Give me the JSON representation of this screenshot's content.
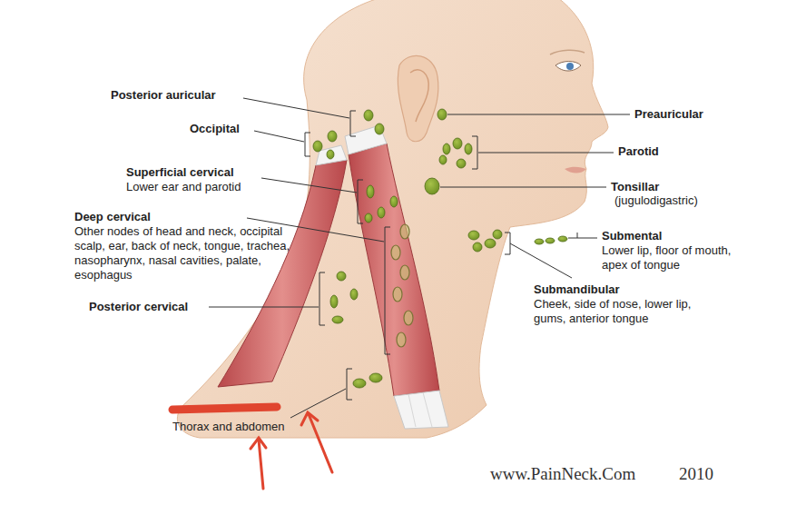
{
  "diagram": {
    "labels": [
      "Posterior auricular",
      "Occipital",
      "Superficial cervical",
      "Lower ear and parotid",
      "Deep cervical",
      "Other nodes of head and neck, occipital scalp, ear, back of neck, tongue, trachea, nasopharynx, nasal cavities, palate, esophagus",
      "Posterior cervical",
      "Thorax and abdomen",
      "Preauricular",
      "Parotid",
      "Tonsillar",
      "(jugulodigastric)",
      "Submental",
      "Lower lip, floor of mouth, apex of tongue",
      "Submandibular",
      "Cheek, side of nose, lower lip, gums, anterior tongue",
      "www.PainNeck.Com",
      "2010"
    ]
  }
}
